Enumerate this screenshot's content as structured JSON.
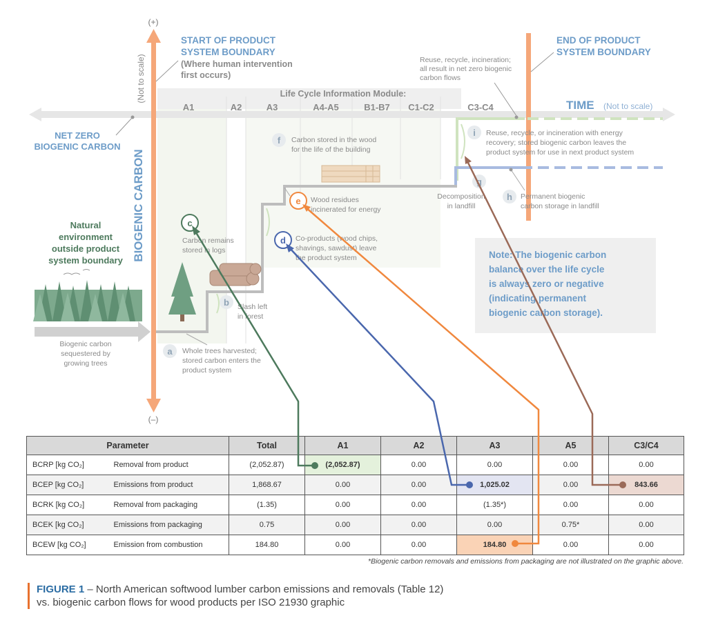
{
  "diagram": {
    "axis_plus": "(+)",
    "axis_minus": "(–)",
    "not_to_scale_vertical": "(Not to scale)",
    "biogenic_carbon": "BIOGENIC CARBON",
    "start_boundary": [
      "START OF PRODUCT",
      "SYSTEM BOUNDARY"
    ],
    "start_boundary_sub": [
      "(Where human intervention",
      "first occurs)"
    ],
    "end_boundary": [
      "END OF PRODUCT",
      "SYSTEM BOUNDARY"
    ],
    "end_note": [
      "Reuse, recycle, incineration;",
      "all result in net zero biogenic",
      "carbon flows"
    ],
    "life_cycle_title": "Life Cycle Information Module:",
    "modules": [
      "A1",
      "A2",
      "A3",
      "A4-A5",
      "B1-B7",
      "C1-C2",
      "C3-C4"
    ],
    "time_label": "TIME",
    "time_sub": "(Not to scale)",
    "net_zero": [
      "NET ZERO",
      "BIOGENIC CARBON"
    ],
    "natural_env": [
      "Natural",
      "environment",
      "outside product",
      "system boundary"
    ],
    "sequestered": [
      "Biogenic carbon",
      "sequestered by",
      "growing trees"
    ],
    "note": [
      "Note: The biogenic carbon",
      "balance over the life cycle",
      "is always zero or negative",
      "(indicating permanent",
      "biogenic carbon storage)."
    ],
    "steps": {
      "a": {
        "letter": "a",
        "lines": [
          "Whole trees harvested;",
          "stored carbon enters the",
          "product system"
        ]
      },
      "b": {
        "letter": "b",
        "lines": [
          "Slash left",
          "in forest"
        ]
      },
      "c": {
        "letter": "c",
        "lines": [
          "Carbon remains",
          "stored in logs"
        ]
      },
      "d": {
        "letter": "d",
        "lines": [
          "Co-products (wood chips,",
          "shavings, sawdust) leave",
          "the product system"
        ]
      },
      "e": {
        "letter": "e",
        "lines": [
          "Wood residues",
          "incinerated for energy"
        ]
      },
      "f": {
        "letter": "f",
        "lines": [
          "Carbon stored in the wood",
          "for the life of the building"
        ]
      },
      "g": {
        "letter": "g",
        "lines": [
          "Decomposition",
          "in landfill"
        ]
      },
      "h": {
        "letter": "h",
        "lines": [
          "Permanent biogenic",
          "carbon storage in landfill"
        ]
      },
      "i": {
        "letter": "i",
        "lines": [
          "Reuse, recycle, or incineration with energy",
          "recovery; stored biogenic carbon leaves the",
          "product system for use in next product system"
        ]
      }
    },
    "colors": {
      "green": "#4d7a5d",
      "blue": "#4a67ad",
      "orange": "#f0883e",
      "brown": "#9b6a58",
      "boundary": "#f5a779",
      "grey_line": "#bdbdbd"
    }
  },
  "table": {
    "headers": [
      "Parameter",
      "Total",
      "A1",
      "A2",
      "A3",
      "A5",
      "C3/C4"
    ],
    "rows": [
      {
        "code": "BCRP [kg CO₂]",
        "desc": "Removal from product",
        "cells": [
          "(2,052.87)",
          "(2,052.87)",
          "0.00",
          "0.00",
          "0.00",
          "0.00"
        ]
      },
      {
        "code": "BCEP [kg CO₂]",
        "desc": "Emissions from product",
        "cells": [
          "1,868.67",
          "0.00",
          "0.00",
          "1,025.02",
          "0.00",
          "843.66"
        ]
      },
      {
        "code": "BCRK [kg CO₂]",
        "desc": "Removal from packaging",
        "cells": [
          "(1.35)",
          "0.00",
          "0.00",
          "(1.35*)",
          "0.00",
          "0.00"
        ]
      },
      {
        "code": "BCEK [kg CO₂]",
        "desc": "Emissions from packaging",
        "cells": [
          "0.75",
          "0.00",
          "0.00",
          "0.00",
          "0.75*",
          "0.00"
        ]
      },
      {
        "code": "BCEW [kg CO₂]",
        "desc": "Emission from combustion",
        "cells": [
          "184.80",
          "0.00",
          "0.00",
          "184.80",
          "0.00",
          "0.00"
        ]
      }
    ]
  },
  "footnote": "*Biogenic carbon removals and emissions from packaging are not illustrated on the graphic above.",
  "caption": {
    "figure": "FIGURE 1",
    "line1": " – North American softwood lumber carbon emissions and removals (Table 12)",
    "line2": "vs. biogenic carbon flows for wood products per ISO 21930 graphic"
  }
}
